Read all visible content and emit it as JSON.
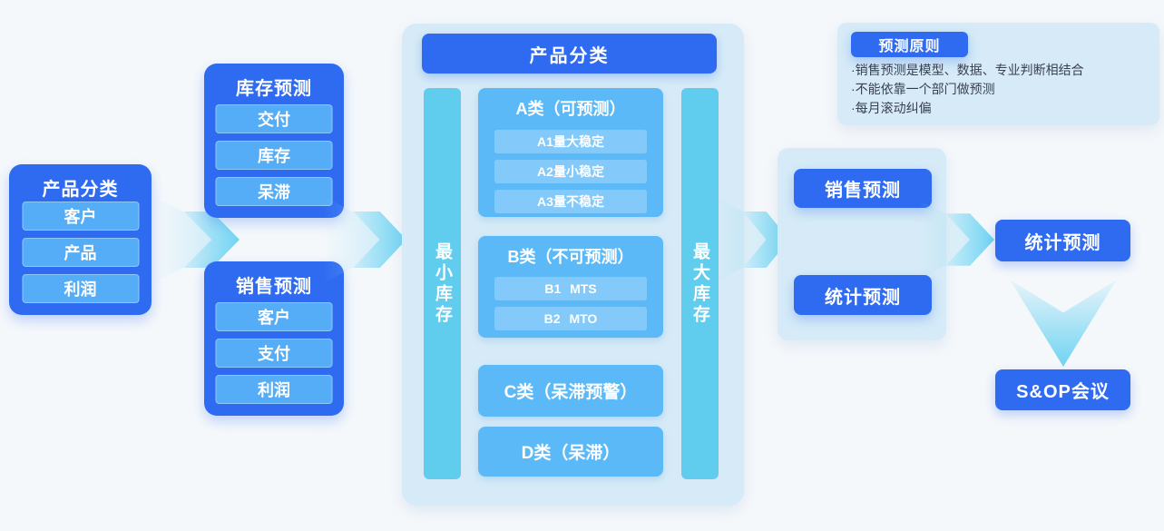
{
  "palette": {
    "primary_blue": "#2f6bf1",
    "item_blue": "#54adf6",
    "panel_light": "#d6ebf7",
    "category_blue": "#5cb9f8",
    "bar_cyan": "#60cdee",
    "arrow_cyan": "#6fd4f2",
    "background": "#f5f8fb",
    "text_dark": "#3b4050"
  },
  "left_card": {
    "title": "产品分类",
    "items": [
      "客户",
      "产品",
      "利润"
    ]
  },
  "inventory_card": {
    "title": "库存预测",
    "items": [
      "交付",
      "库存",
      "呆滞"
    ]
  },
  "sales_card": {
    "title": "销售预测",
    "items": [
      "客户",
      "支付",
      "利润"
    ]
  },
  "classification_panel": {
    "header": "产品分类",
    "left_bar": "最小库存",
    "right_bar": "最大库存",
    "categories": [
      {
        "title": "A类（可预测）",
        "items": [
          "A1量大稳定",
          "A2量小稳定",
          "A3量不稳定"
        ]
      },
      {
        "title": "B类（不可预测）",
        "items": [
          "B1 MTS",
          "B2 MTO"
        ]
      },
      {
        "title": "C类（呆滞预警）"
      },
      {
        "title": "D类（呆滞）"
      }
    ]
  },
  "forecast_panel": {
    "sales_label": "销售预测",
    "stat_label": "统计预测"
  },
  "principles_panel": {
    "title": "预测原则",
    "bullets": [
      "·销售预测是模型、数据、专业判断相结合",
      "·不能依靠一个部门做预测",
      "·每月滚动纠偏"
    ]
  },
  "stat_forecast_box": "统计预测",
  "sop_box": "S&OP会议"
}
